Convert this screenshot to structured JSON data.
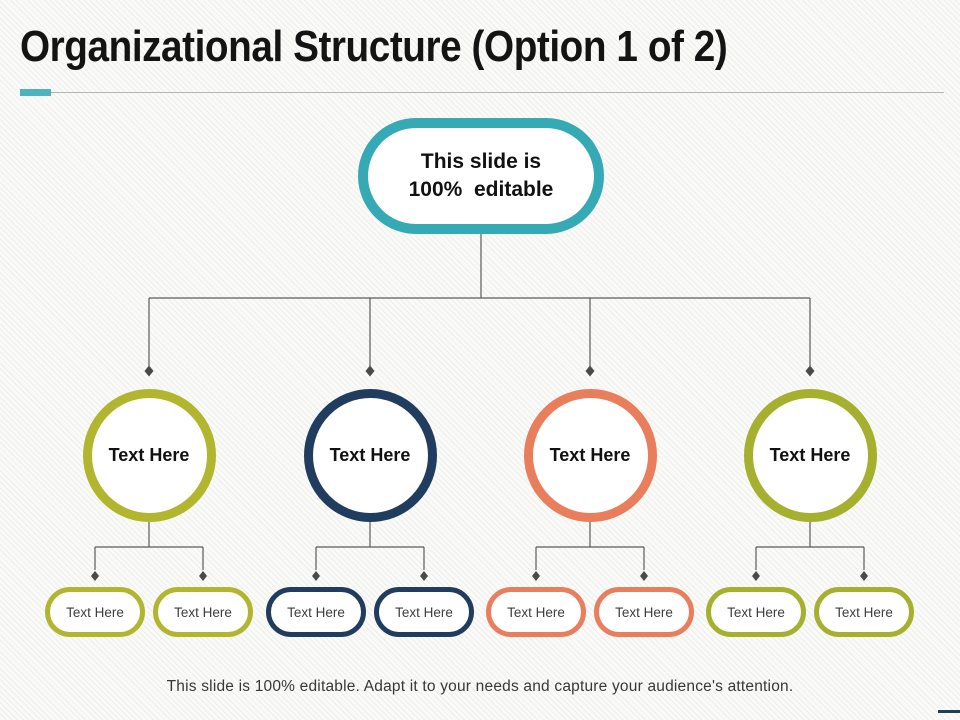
{
  "slide": {
    "title": "Organizational Structure (Option 1 of 2)",
    "caption": "This slide is 100% editable. Adapt it to your needs and capture your audience's attention.",
    "root_node": {
      "line1": "This slide is",
      "line2": "100%  editable",
      "border_color": "#35a9b4"
    },
    "groups": [
      {
        "label": "Text Here",
        "color": "#b2b62f",
        "children": [
          "Text Here",
          "Text Here"
        ]
      },
      {
        "label": "Text Here",
        "color": "#203d5f",
        "children": [
          "Text Here",
          "Text Here"
        ]
      },
      {
        "label": "Text Here",
        "color": "#e97e5d",
        "children": [
          "Text Here",
          "Text Here"
        ]
      },
      {
        "label": "Text Here",
        "color": "#a5b02f",
        "children": [
          "Text Here",
          "Text Here"
        ]
      }
    ],
    "accents": {
      "title_underline_teal": "#4fb3bb",
      "divider_gray": "#b5b5b2",
      "connector_gray": "#5b5b5b",
      "arrowhead_gray": "#4a4a4a",
      "corner_dash_navy": "#1b4156"
    }
  }
}
